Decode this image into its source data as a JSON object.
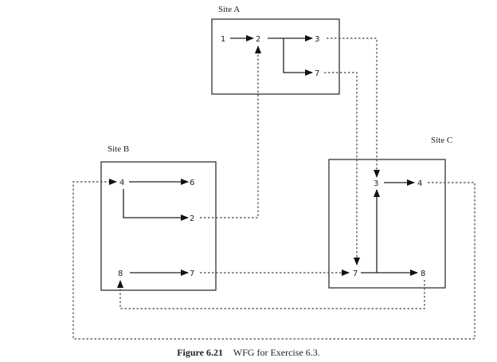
{
  "diagram": {
    "title": "Wait-For Graph",
    "sites": [
      {
        "id": "A",
        "label": "Site A",
        "nodes": [
          "1",
          "2",
          "3",
          "7"
        ]
      },
      {
        "id": "B",
        "label": "Site B",
        "nodes": [
          "4",
          "6",
          "2",
          "8",
          "7"
        ]
      },
      {
        "id": "C",
        "label": "Site C",
        "nodes": [
          "3",
          "4",
          "7",
          "8"
        ]
      }
    ],
    "local_edges": [
      {
        "site": "A",
        "from": "1",
        "to": "2"
      },
      {
        "site": "A",
        "from": "2",
        "to": "3"
      },
      {
        "site": "A",
        "from": "2",
        "to": "7"
      },
      {
        "site": "B",
        "from": "4",
        "to": "6"
      },
      {
        "site": "B",
        "from": "4",
        "to": "2"
      },
      {
        "site": "B",
        "from": "8",
        "to": "7"
      },
      {
        "site": "C",
        "from": "3",
        "to": "4"
      },
      {
        "site": "C",
        "from": "7",
        "to": "8"
      },
      {
        "site": "C",
        "from": "7",
        "to": "3"
      }
    ],
    "remote_edges": [
      {
        "from": "A.3",
        "to": "C.3"
      },
      {
        "from": "A.7",
        "to": "C.7"
      },
      {
        "from": "B.2",
        "to": "A.2"
      },
      {
        "from": "B.7",
        "to": "C.7"
      },
      {
        "from": "C.4",
        "to": "B.4"
      },
      {
        "from": "C.8",
        "to": "B.8"
      }
    ]
  },
  "caption": {
    "number": "Figure 6.21",
    "text": "WFG for Exercise 6.3."
  }
}
